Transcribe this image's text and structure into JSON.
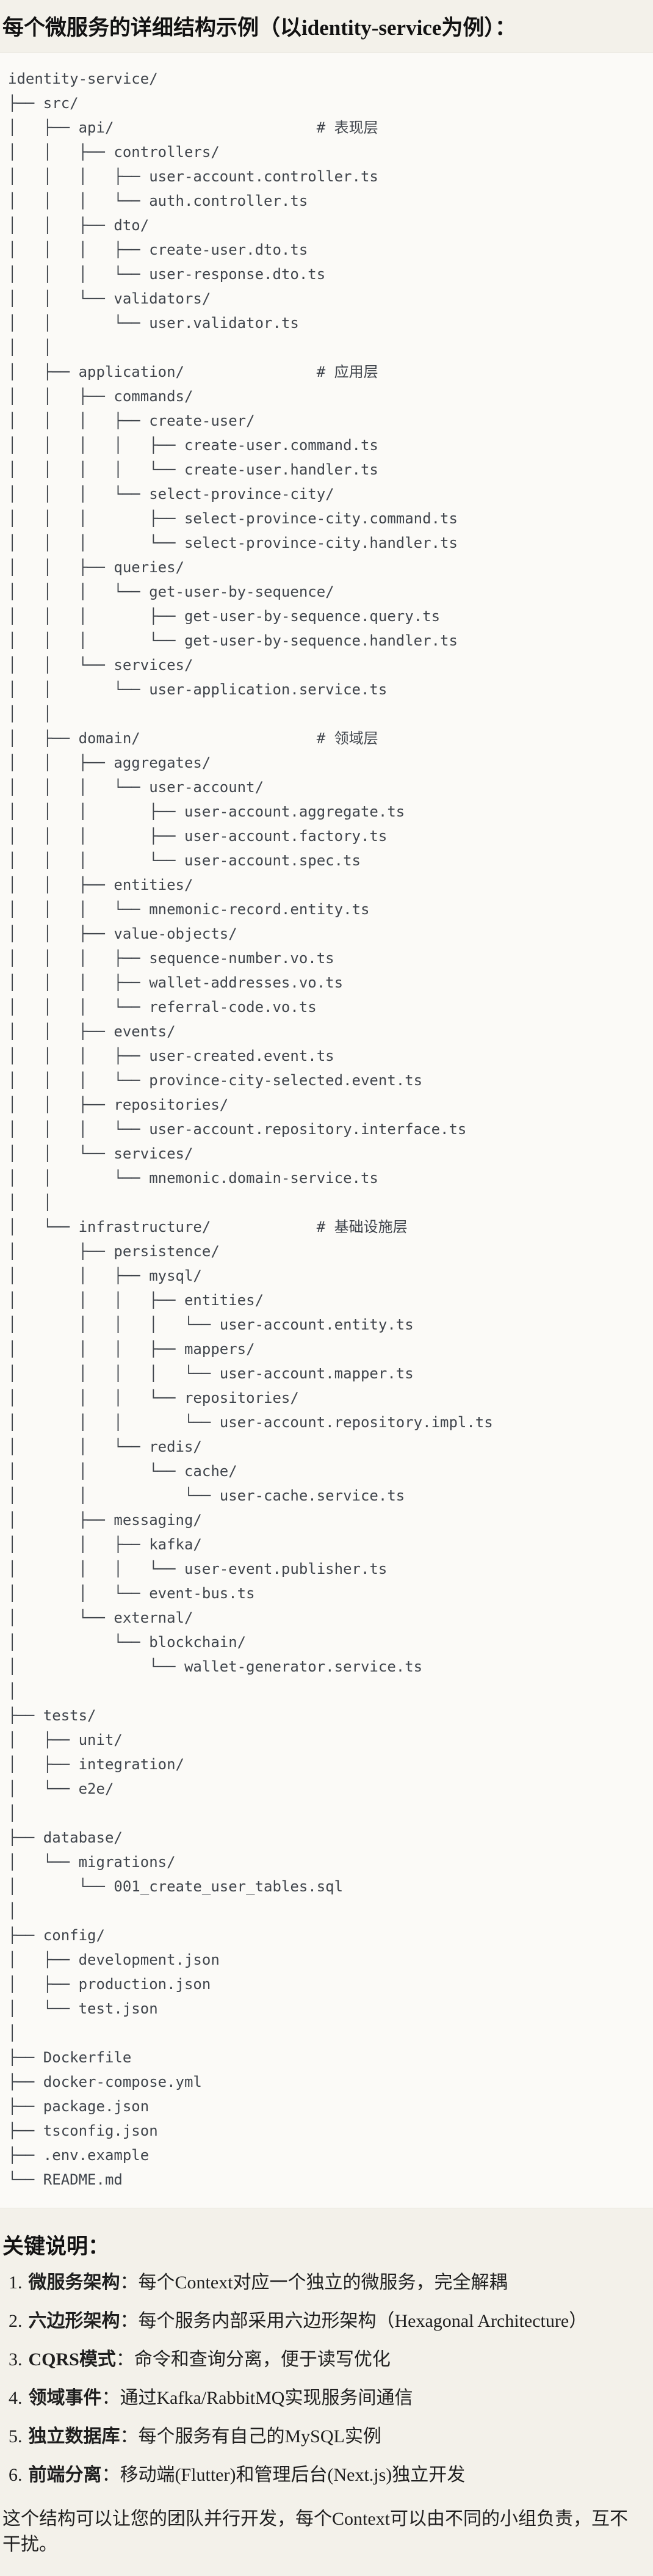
{
  "page": {
    "title": "每个微服务的详细结构示例（以identity-service为例）："
  },
  "tree": {
    "lines": [
      "identity-service/",
      "├── src/",
      "│   ├── api/                       # 表现层",
      "│   │   ├── controllers/",
      "│   │   │   ├── user-account.controller.ts",
      "│   │   │   └── auth.controller.ts",
      "│   │   ├── dto/",
      "│   │   │   ├── create-user.dto.ts",
      "│   │   │   └── user-response.dto.ts",
      "│   │   └── validators/",
      "│   │       └── user.validator.ts",
      "│   │",
      "│   ├── application/               # 应用层",
      "│   │   ├── commands/",
      "│   │   │   ├── create-user/",
      "│   │   │   │   ├── create-user.command.ts",
      "│   │   │   │   └── create-user.handler.ts",
      "│   │   │   └── select-province-city/",
      "│   │   │       ├── select-province-city.command.ts",
      "│   │   │       └── select-province-city.handler.ts",
      "│   │   ├── queries/",
      "│   │   │   └── get-user-by-sequence/",
      "│   │   │       ├── get-user-by-sequence.query.ts",
      "│   │   │       └── get-user-by-sequence.handler.ts",
      "│   │   └── services/",
      "│   │       └── user-application.service.ts",
      "│   │",
      "│   ├── domain/                    # 领域层",
      "│   │   ├── aggregates/",
      "│   │   │   └── user-account/",
      "│   │   │       ├── user-account.aggregate.ts",
      "│   │   │       ├── user-account.factory.ts",
      "│   │   │       └── user-account.spec.ts",
      "│   │   ├── entities/",
      "│   │   │   └── mnemonic-record.entity.ts",
      "│   │   ├── value-objects/",
      "│   │   │   ├── sequence-number.vo.ts",
      "│   │   │   ├── wallet-addresses.vo.ts",
      "│   │   │   └── referral-code.vo.ts",
      "│   │   ├── events/",
      "│   │   │   ├── user-created.event.ts",
      "│   │   │   └── province-city-selected.event.ts",
      "│   │   ├── repositories/",
      "│   │   │   └── user-account.repository.interface.ts",
      "│   │   └── services/",
      "│   │       └── mnemonic.domain-service.ts",
      "│   │",
      "│   └── infrastructure/            # 基础设施层",
      "│       ├── persistence/",
      "│       │   ├── mysql/",
      "│       │   │   ├── entities/",
      "│       │   │   │   └── user-account.entity.ts",
      "│       │   │   ├── mappers/",
      "│       │   │   │   └── user-account.mapper.ts",
      "│       │   │   └── repositories/",
      "│       │   │       └── user-account.repository.impl.ts",
      "│       │   └── redis/",
      "│       │       └── cache/",
      "│       │           └── user-cache.service.ts",
      "│       ├── messaging/",
      "│       │   ├── kafka/",
      "│       │   │   └── user-event.publisher.ts",
      "│       │   └── event-bus.ts",
      "│       └── external/",
      "│           └── blockchain/",
      "│               └── wallet-generator.service.ts",
      "│",
      "├── tests/",
      "│   ├── unit/",
      "│   ├── integration/",
      "│   └── e2e/",
      "│",
      "├── database/",
      "│   └── migrations/",
      "│       └── 001_create_user_tables.sql",
      "│",
      "├── config/",
      "│   ├── development.json",
      "│   ├── production.json",
      "│   └── test.json",
      "│",
      "├── Dockerfile",
      "├── docker-compose.yml",
      "├── package.json",
      "├── tsconfig.json",
      "├── .env.example",
      "└── README.md"
    ]
  },
  "notes": {
    "heading": "关键说明：",
    "items": [
      {
        "num": "1.",
        "term": "微服务架构",
        "rest": "：每个Context对应一个独立的微服务，完全解耦"
      },
      {
        "num": "2.",
        "term": "六边形架构",
        "rest": "：每个服务内部采用六边形架构（Hexagonal Architecture）"
      },
      {
        "num": "3.",
        "term": "CQRS模式",
        "rest": "：命令和查询分离，便于读写优化"
      },
      {
        "num": "4.",
        "term": "领域事件",
        "rest": "：通过Kafka/RabbitMQ实现服务间通信"
      },
      {
        "num": "5.",
        "term": "独立数据库",
        "rest": "：每个服务有自己的MySQL实例"
      },
      {
        "num": "6.",
        "term": "前端分离",
        "rest": "：移动端(Flutter)和管理后台(Next.js)独立开发"
      }
    ],
    "closing": "这个结构可以让您的团队并行开发，每个Context可以由不同的小组负责，互不干扰。"
  }
}
